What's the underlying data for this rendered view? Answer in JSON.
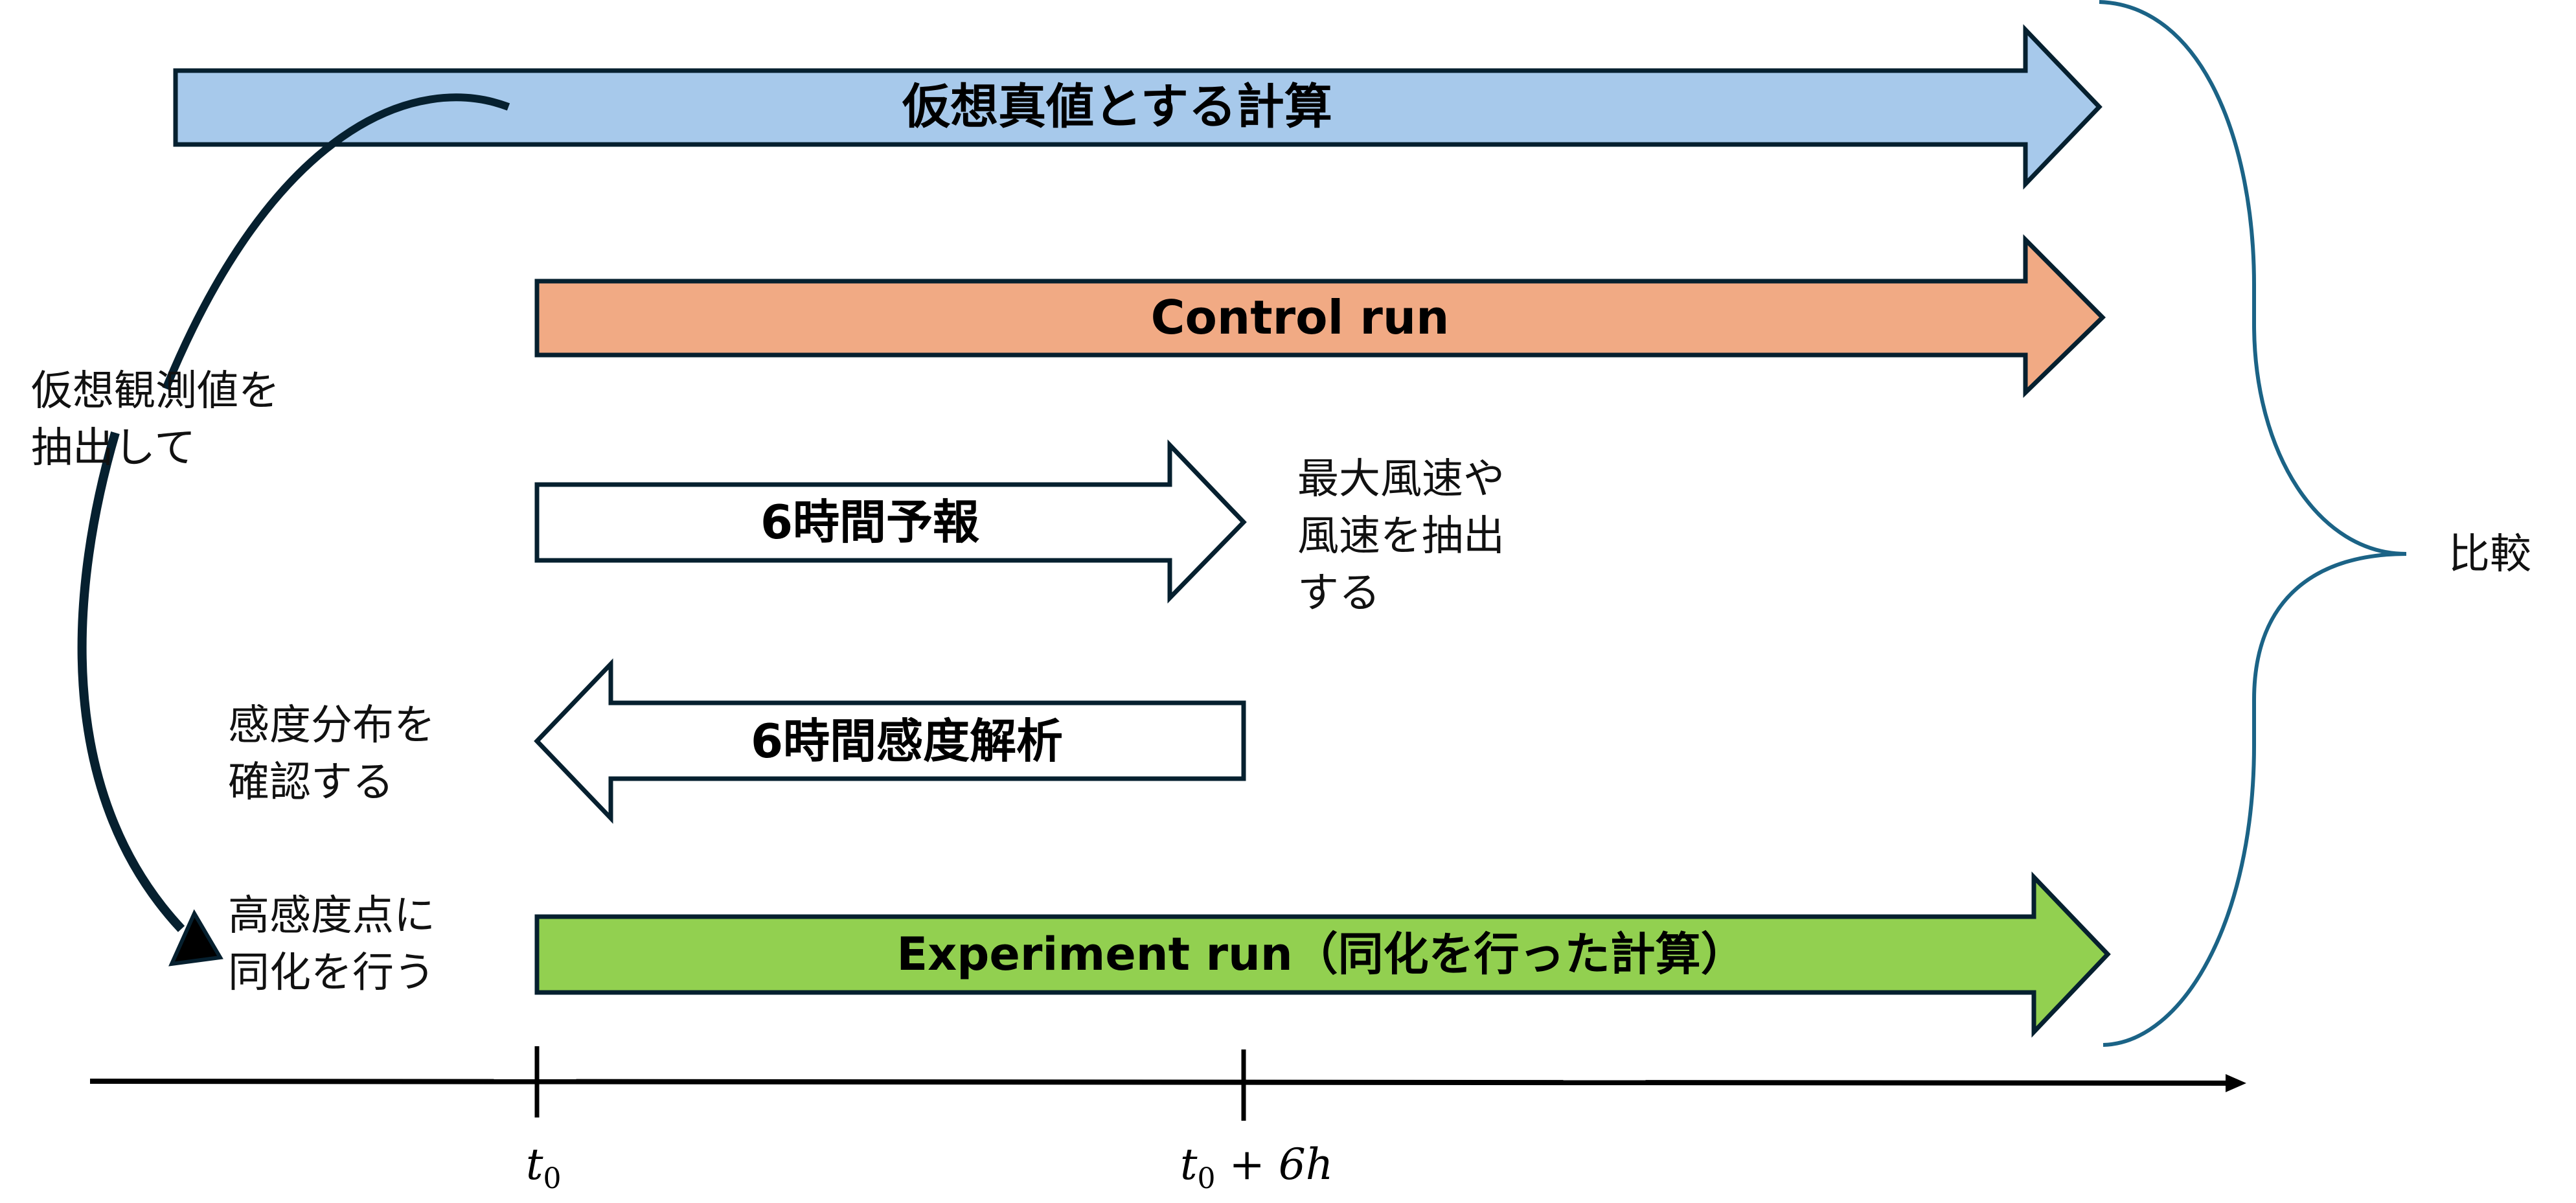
{
  "arrows": {
    "truth_run": {
      "label": "仮想真値とする計算",
      "fill": "#A7C9EB",
      "direction": "right"
    },
    "control_run": {
      "label": "Control run",
      "fill": "#F1AA84",
      "direction": "right"
    },
    "forecast_6h": {
      "label": "6時間予報",
      "fill": "#FFFFFF",
      "direction": "right"
    },
    "sensitivity_6h": {
      "label": "6時間感度解析",
      "fill": "#FFFFFF",
      "direction": "left"
    },
    "experiment_run": {
      "label": "Experiment run（同化を行った計算）",
      "fill": "#92D050",
      "direction": "right"
    }
  },
  "notes": {
    "extract_obs": "仮想観測値を\n抽出して",
    "extract_wind": "最大風速や\n風速を抽出\nする",
    "check_sensitivity": "感度分布を\n確認する",
    "assimilate": "高感度点に\n同化を行う",
    "compare": "比較"
  },
  "timeline": {
    "ticks": [
      {
        "base": "t",
        "sub": "0",
        "suffix": ""
      },
      {
        "base": "t",
        "sub": "0",
        "suffix": " + 6h"
      }
    ]
  },
  "colors": {
    "outline": "#06202F",
    "brace": "#1B6386",
    "axis": "#000000"
  }
}
